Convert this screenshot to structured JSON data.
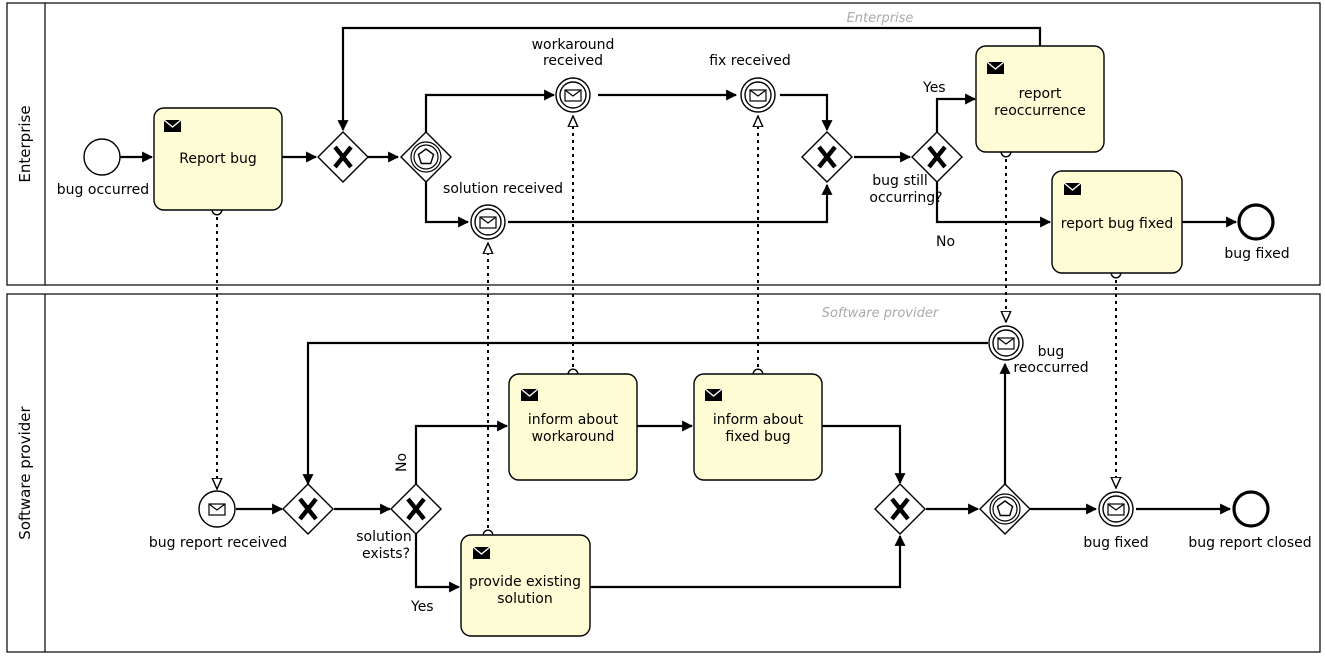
{
  "pools": {
    "enterprise": {
      "label": "Enterprise",
      "watermark": "Enterprise"
    },
    "provider": {
      "label": "Software provider",
      "watermark": "Software provider"
    }
  },
  "tasks": {
    "report_bug": [
      "Report bug"
    ],
    "report_reoccurrence": [
      "report",
      "reoccurrence"
    ],
    "report_bug_fixed": [
      "report bug fixed"
    ],
    "inform_workaround": [
      "inform about",
      "workaround"
    ],
    "inform_fixed": [
      "inform about",
      "fixed bug"
    ],
    "provide_solution": [
      "provide existing",
      "solution"
    ]
  },
  "events": {
    "bug_occurred": "bug occurred",
    "bug_fixed_end": "bug fixed",
    "workaround_received": [
      "workaround",
      "received"
    ],
    "fix_received": "fix received",
    "solution_received": "solution received",
    "bug_report_received": "bug report received",
    "bug_reoccurred": [
      "bug",
      "reoccurred"
    ],
    "bug_fixed_msg": "bug fixed",
    "bug_report_closed": "bug report closed"
  },
  "gateways": {
    "bug_still_occurring": [
      "bug still",
      "occurring?"
    ],
    "solution_exists": [
      "solution",
      "exists?"
    ]
  },
  "flow_labels": {
    "yes_reoccur": "Yes",
    "no_fixed": "No",
    "no_workaround": "No",
    "yes_solution": "Yes"
  }
}
